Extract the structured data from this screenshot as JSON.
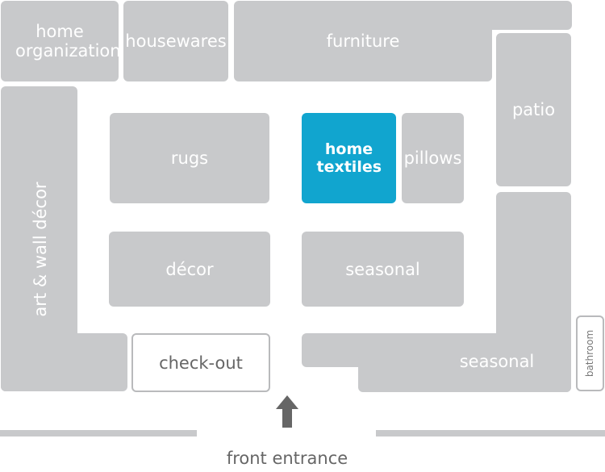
{
  "map": {
    "departments": {
      "home_organization": "home organization",
      "housewares": "housewares",
      "furniture": "furniture",
      "patio": "patio",
      "art_wall_decor": "art & wall décor",
      "rugs": "rugs",
      "home_textiles": "home textiles",
      "pillows": "pillows",
      "decor": "décor",
      "seasonal_center": "seasonal",
      "check_out": "check-out",
      "seasonal_corner": "seasonal",
      "bathroom": "bathroom"
    },
    "entrance_label": "front entrance",
    "highlighted_department": "home textiles",
    "colors": {
      "block": "#c8c9cb",
      "highlight": "#11a5cf",
      "outline": "#b9babc",
      "label_text": "#ffffff",
      "entrance_text": "#666666",
      "arrow": "#666666"
    },
    "icons": {
      "entrance_arrow": "arrow-up-icon"
    }
  }
}
